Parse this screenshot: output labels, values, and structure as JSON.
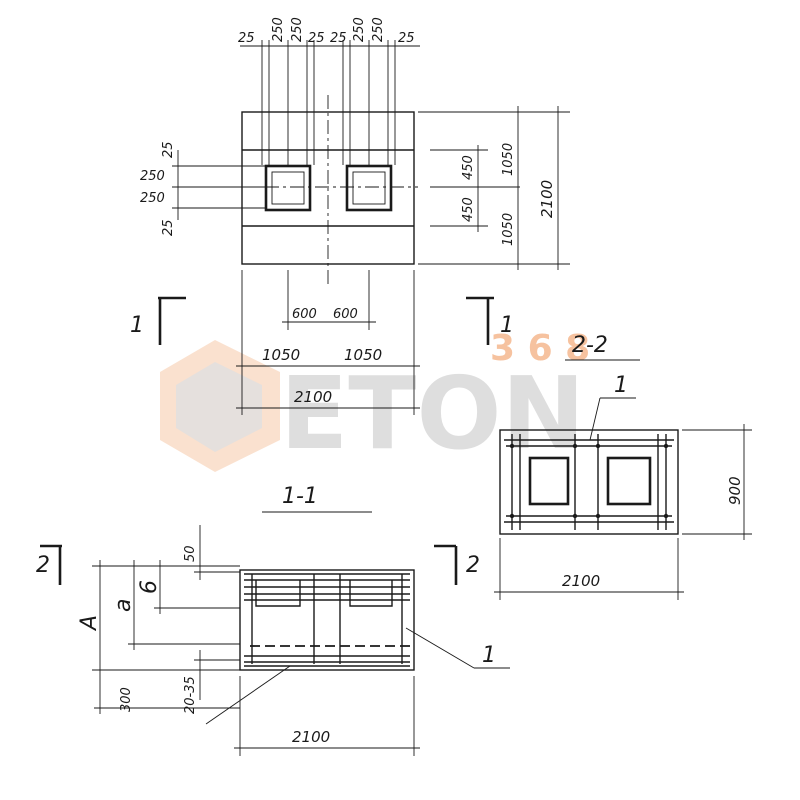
{
  "watermark": {
    "text": "ETON",
    "superscript": "3 6 8",
    "color_gray": "#d9d9d9",
    "color_orange": "#f4b488"
  },
  "plan": {
    "top_dims": [
      "25",
      "250",
      "250",
      "25",
      "25",
      "250",
      "250",
      "25"
    ],
    "left_dims": [
      "25",
      "250",
      "250",
      "25"
    ],
    "right_dims_inner": [
      "450",
      "450"
    ],
    "right_dims_mid": [
      "1050",
      "1050"
    ],
    "right_dim_total": "2100",
    "bottom_dims_inner": [
      "600",
      "600"
    ],
    "bottom_dims_mid": [
      "1050",
      "1050"
    ],
    "bottom_dim_total": "2100",
    "section_mark": "1"
  },
  "section_2_2": {
    "title": "2-2",
    "callout": "1",
    "height_dim": "900",
    "width_dim": "2100"
  },
  "section_1_1": {
    "title": "1-1",
    "section_mark": "2",
    "dim_top": "50",
    "dim_a": "A",
    "dim_a_small": "a",
    "dim_b": "6",
    "dim_300": "300",
    "dim_2035": "20-35",
    "callout": "1",
    "width_dim": "2100"
  }
}
